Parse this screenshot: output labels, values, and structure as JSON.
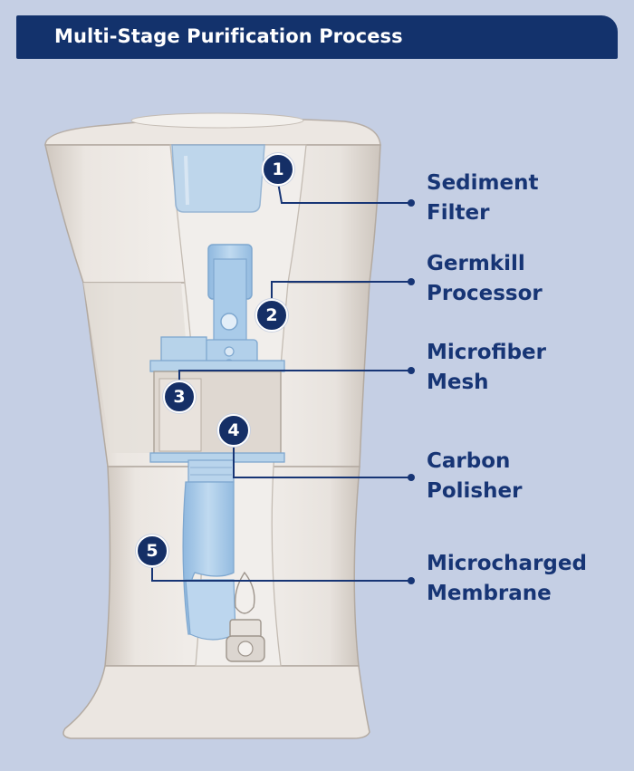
{
  "title": "Multi-Stage Purification Process",
  "stages": [
    {
      "number": "1",
      "line1": "Sediment",
      "line2": "Filter"
    },
    {
      "number": "2",
      "line1": "Germkill",
      "line2": "Processor"
    },
    {
      "number": "3",
      "line1": "Microfiber",
      "line2": "Mesh"
    },
    {
      "number": "4",
      "line1": "Carbon",
      "line2": "Polisher"
    },
    {
      "number": "5",
      "line1": "Microcharged",
      "line2": "Membrane"
    }
  ],
  "colors": {
    "background": "#c5cfe4",
    "banner": "#13326c",
    "label_text": "#173575",
    "badge": "#152f66",
    "filter_blue": "#a6c8e6",
    "body": "#eee9e4"
  }
}
